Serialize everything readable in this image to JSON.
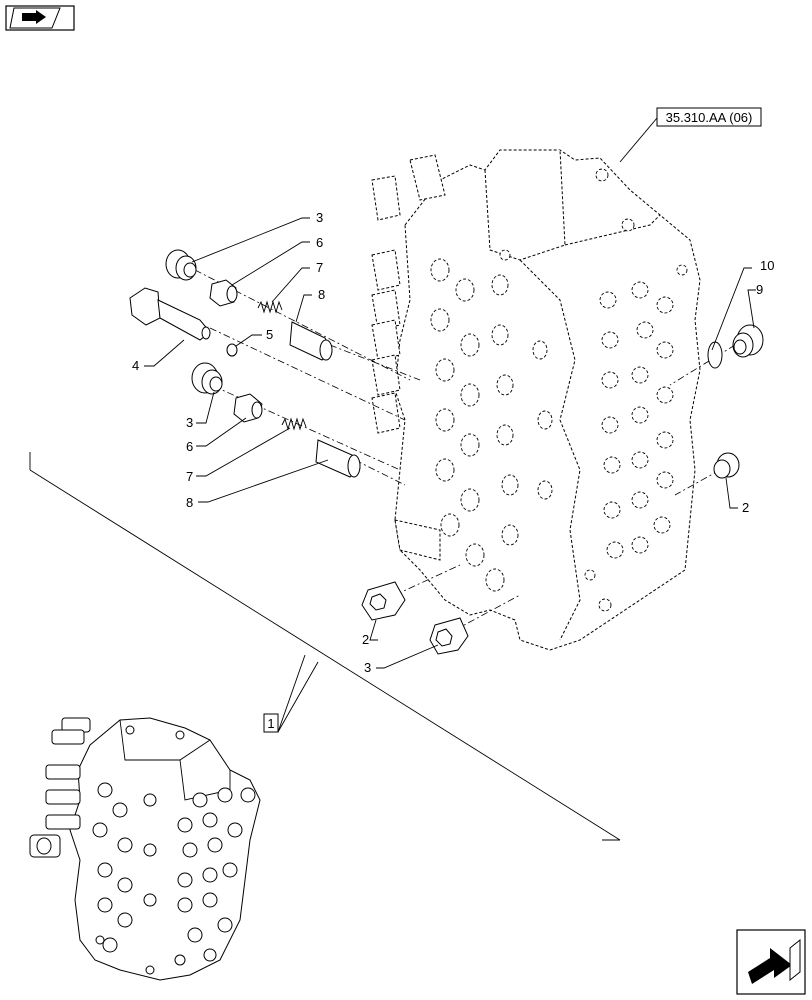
{
  "header": {
    "nav_icon": "book-arrow-icon"
  },
  "reference_box": {
    "text": "35.310.AA (06)"
  },
  "callouts": [
    {
      "id": "c3a",
      "text": "3"
    },
    {
      "id": "c6a",
      "text": "6"
    },
    {
      "id": "c7a",
      "text": "7"
    },
    {
      "id": "c8a",
      "text": "8"
    },
    {
      "id": "c5",
      "text": "5"
    },
    {
      "id": "c4",
      "text": "4"
    },
    {
      "id": "c3b",
      "text": "3"
    },
    {
      "id": "c6b",
      "text": "6"
    },
    {
      "id": "c7b",
      "text": "7"
    },
    {
      "id": "c8b",
      "text": "8"
    },
    {
      "id": "c10",
      "text": "10"
    },
    {
      "id": "c9",
      "text": "9"
    },
    {
      "id": "c2r",
      "text": "2"
    },
    {
      "id": "c2b",
      "text": "2"
    },
    {
      "id": "c3c",
      "text": "3"
    }
  ],
  "assembly_label": {
    "text": "1"
  },
  "footer": {
    "nav_icon": "next-page-arrow-icon"
  }
}
